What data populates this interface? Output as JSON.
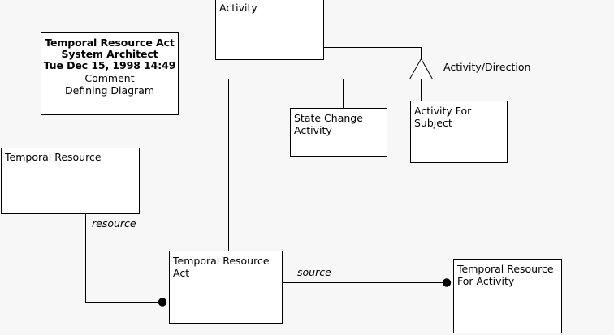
{
  "diagram": {
    "type": "uml-class-diagram",
    "background_color": "#f7f7f7",
    "line_color": "#000000",
    "node_fill_color": "#ffffff",
    "title_block": {
      "title": "Temporal Resource Act",
      "tool": "System Architect",
      "timestamp": "Tue Dec 15, 1998  14:49",
      "separator_label": "Comment",
      "comment": "Defining Diagram"
    },
    "classes": [
      {
        "id": "activity",
        "label": "Activity"
      },
      {
        "id": "state-change-activity",
        "label": "State Change\nActivity"
      },
      {
        "id": "activity-for-subject",
        "label": "Activity For\nSubject"
      },
      {
        "id": "temporal-resource",
        "label": "Temporal Resource"
      },
      {
        "id": "temporal-resource-act",
        "label": "Temporal Resource\nAct"
      },
      {
        "id": "temporal-resource-for-activity",
        "label": "Temporal Resource\nFor Activity"
      }
    ],
    "edge_labels": [
      {
        "id": "activity-direction",
        "label": "Activity/Direction",
        "style": "plain"
      },
      {
        "id": "resource",
        "label": "resource",
        "style": "italic"
      },
      {
        "id": "source",
        "label": "source",
        "style": "italic"
      }
    ]
  }
}
